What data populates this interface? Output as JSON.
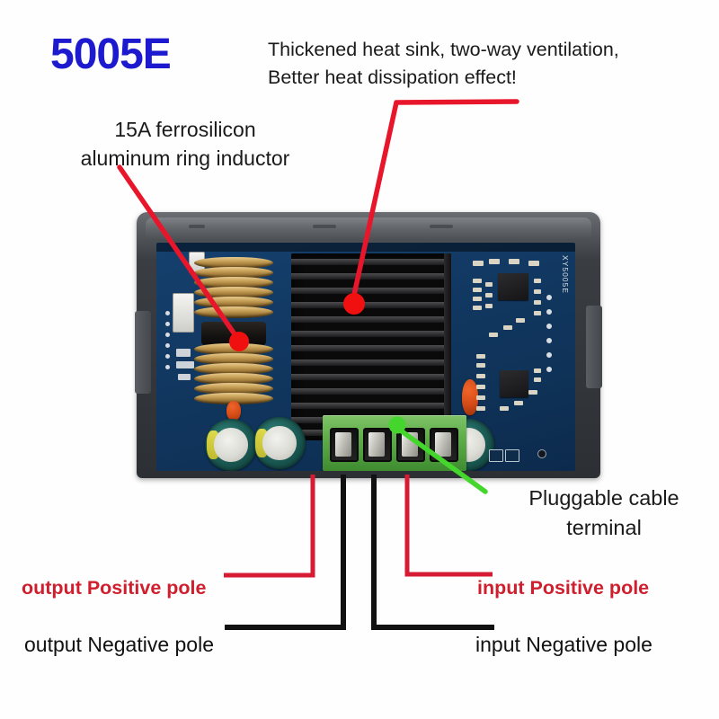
{
  "product": {
    "model_label": "5005E",
    "model_color": "#1c19cf",
    "silkscreen": "XY5005E"
  },
  "annotations": {
    "heatsink": {
      "line1": "Thickened heat sink, two-way ventilation,",
      "line2": "Better heat dissipation effect!",
      "leader_color": "#e8162a",
      "dot_color": "#f01010"
    },
    "inductor": {
      "line1": "15A ferrosilicon",
      "line2": "aluminum ring inductor",
      "leader_color": "#e8162a",
      "dot_color": "#f01010"
    },
    "terminal": {
      "line1": "Pluggable cable",
      "line2": "terminal",
      "leader_color": "#44d62c",
      "dot_color": "#44d62c"
    }
  },
  "wiring": {
    "output_positive": "output Positive pole",
    "output_negative": "output Negative pole",
    "input_positive": "input Positive pole",
    "input_negative": "input Negative pole",
    "positive_color": "#d81b34",
    "negative_color": "#111111"
  },
  "board": {
    "shell_color": "#3a3d41",
    "pcb_color": "#123a64",
    "heatsink_color": "#0a0a0a",
    "terminal_block_color": "#5fae4a",
    "inductor_color": "#c9a259",
    "capacitor_color": "#1d5f58",
    "terminal_count": 4
  }
}
